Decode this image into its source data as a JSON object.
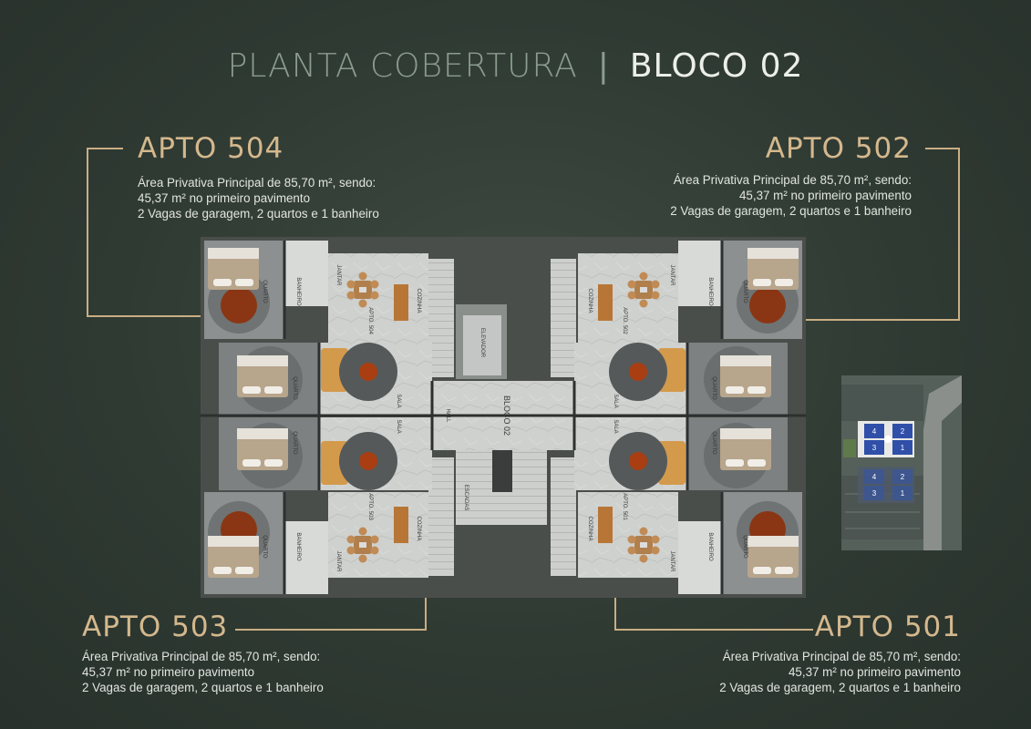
{
  "header": {
    "title_left": "PLANTA COBERTURA",
    "separator": "|",
    "title_right": "BLOCO 02"
  },
  "units": [
    {
      "name": "APTO 504",
      "lines": [
        "Área Privativa Principal de 85,70 m², sendo:",
        "45,37 m² no primeiro pavimento",
        "2 Vagas de garagem, 2 quartos e 1 banheiro"
      ]
    },
    {
      "name": "APTO 502",
      "lines": [
        "Área Privativa Principal de 85,70 m², sendo:",
        "45,37 m² no primeiro pavimento",
        "2 Vagas de garagem, 2 quartos e 1 banheiro"
      ]
    },
    {
      "name": "APTO 503",
      "lines": [
        "Área Privativa Principal de 85,70 m², sendo:",
        "45,37 m² no primeiro pavimento",
        "2 Vagas de garagem, 2 quartos e 1 banheiro"
      ]
    },
    {
      "name": "APTO 501",
      "lines": [
        "Área Privativa Principal de 85,70 m², sendo:",
        "45,37 m² no primeiro pavimento",
        "2 Vagas de garagem, 2 quartos e 1 banheiro"
      ]
    }
  ],
  "plan_labels": {
    "block": "BLOCO 02",
    "hall": "HALL",
    "elevator": "ELEVADOR",
    "stairs": "ESCADAS",
    "bedroom": "QUARTO",
    "bathroom": "BANHEIRO",
    "dining": "JANTAR",
    "kitchen": "COZINHA",
    "living": "SALA",
    "apt_504": "APTO. 504",
    "apt_503": "APTO. 503",
    "apt_502": "APTO. 502",
    "apt_501": "APTO. 501"
  },
  "site_map_units": [
    "4",
    "2",
    "3",
    "1",
    "4",
    "2",
    "3",
    "1"
  ],
  "colors": {
    "accent_gold": "#c9ae83",
    "heading_gold": "#d4b88d",
    "unit_blue": "#2f4fa8"
  }
}
